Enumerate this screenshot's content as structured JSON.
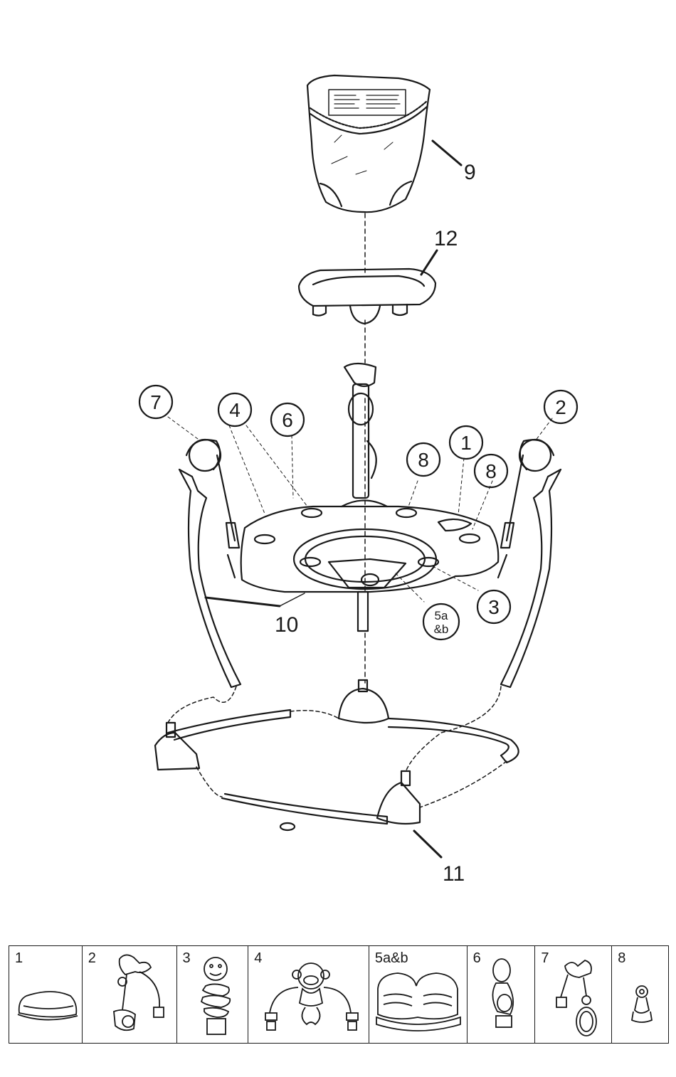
{
  "callouts": {
    "c9": "9",
    "c12": "12",
    "c10": "10",
    "c11": "11",
    "c3": "3",
    "c7": "7",
    "c4": "4",
    "c6": "6",
    "c8a": "8",
    "c1": "1",
    "c8b": "8",
    "c2": "2",
    "c5a": "5a",
    "c5b": "&b"
  },
  "legend": {
    "items": [
      {
        "label": "1"
      },
      {
        "label": "2"
      },
      {
        "label": "3"
      },
      {
        "label": "4"
      },
      {
        "label": "5a&b"
      },
      {
        "label": "6"
      },
      {
        "label": "7"
      },
      {
        "label": "8"
      }
    ]
  }
}
